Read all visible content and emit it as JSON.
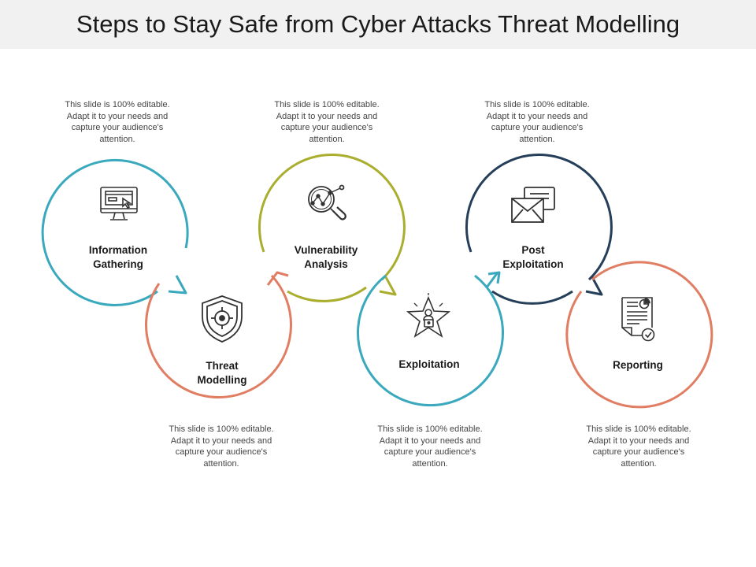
{
  "title": "Steps to Stay Safe from Cyber Attacks Threat Modelling",
  "colors": {
    "teal": "#3aa9bd",
    "salmon": "#e07d62",
    "olive": "#a9ae2e",
    "navy": "#253f5a"
  },
  "steps": [
    {
      "label": "Information\nGathering",
      "icon": "computer-monitor-icon",
      "color": "#3aa9bd",
      "description": "This slide is 100% editable. Adapt it to your needs and capture your audience's attention."
    },
    {
      "label": "Threat\nModelling",
      "icon": "shield-target-icon",
      "color": "#e07d62",
      "description": "This slide is 100% editable. Adapt it to your needs and capture your audience's attention."
    },
    {
      "label": "Vulnerability\nAnalysis",
      "icon": "magnifier-chart-icon",
      "color": "#a9ae2e",
      "description": "This slide is 100% editable. Adapt it to your needs and capture your audience's attention."
    },
    {
      "label": "Exploitation",
      "icon": "star-person-lock-icon",
      "color": "#3aa9bd",
      "description": "This slide is 100% editable. Adapt it to your needs and capture your audience's attention."
    },
    {
      "label": "Post\nExploitation",
      "icon": "envelopes-icon",
      "color": "#253f5a",
      "description": "This slide is 100% editable. Adapt it to your needs and capture your audience's attention."
    },
    {
      "label": "Reporting",
      "icon": "report-document-icon",
      "color": "#e07d62",
      "description": "This slide is 100% editable. Adapt it to your needs and capture your audience's attention."
    }
  ]
}
